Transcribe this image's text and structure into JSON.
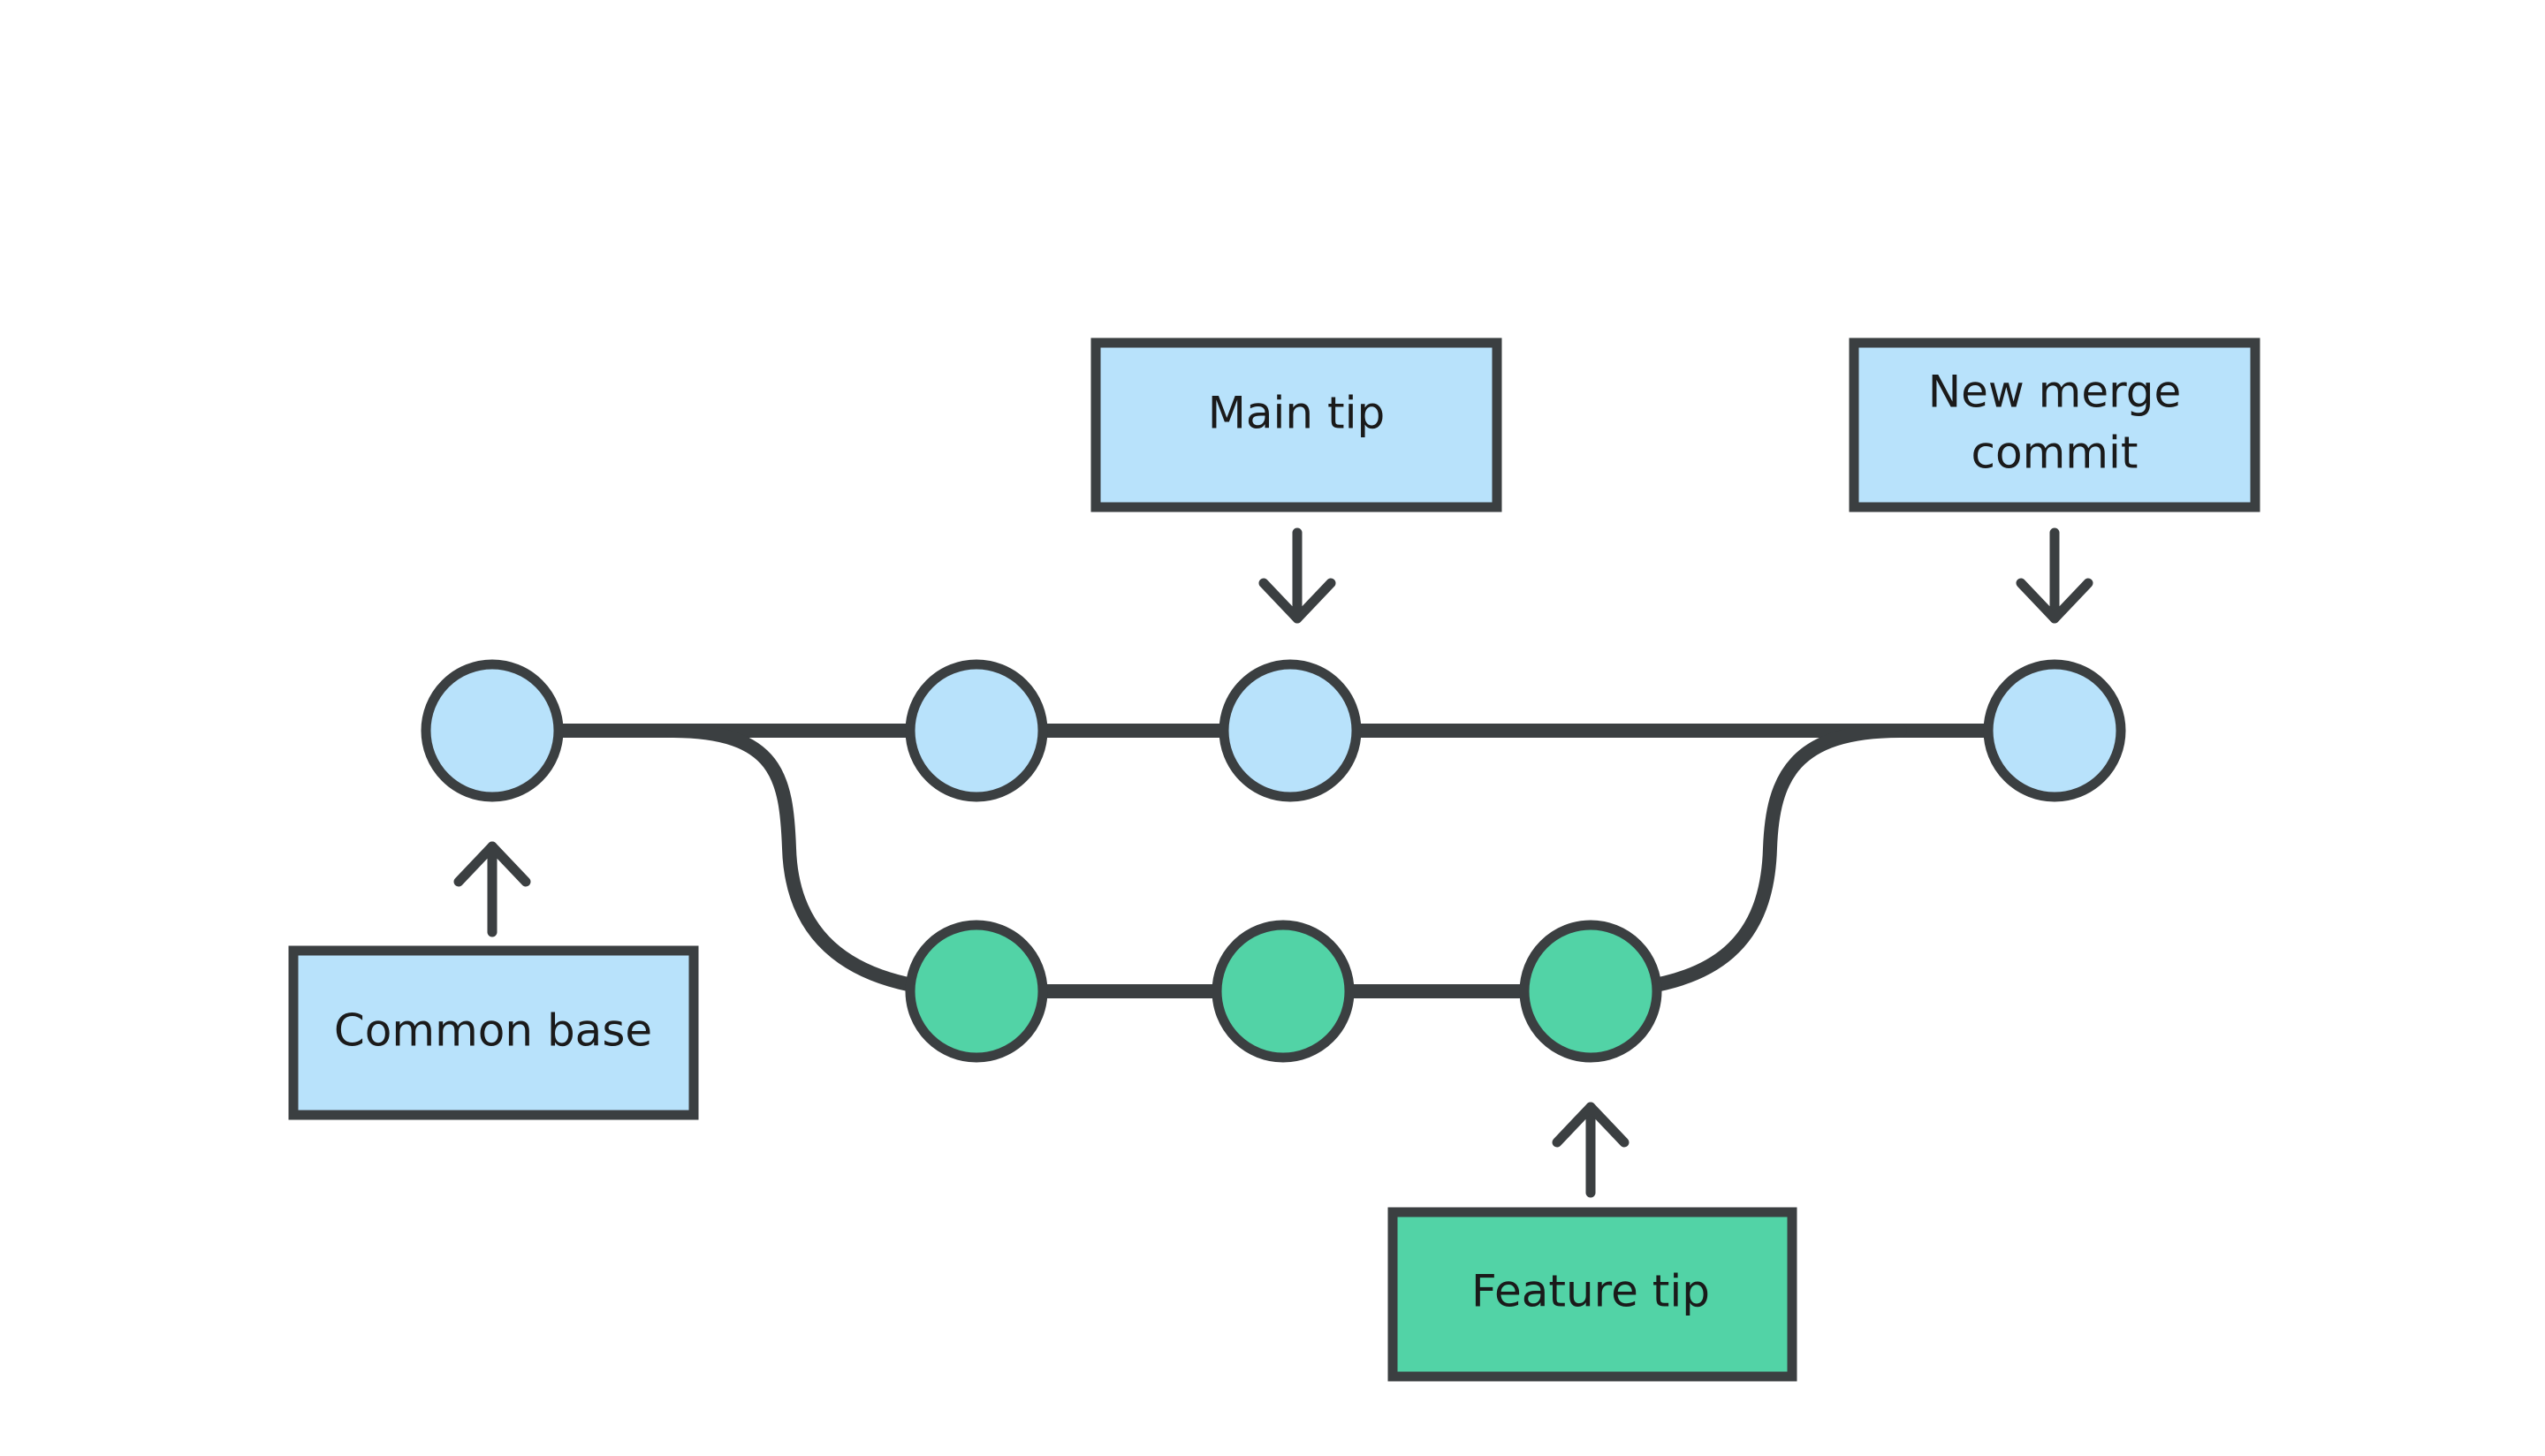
{
  "colors": {
    "main_fill": "#b8e2fb",
    "feature_fill": "#52d3a6",
    "stroke": "#3b3f41",
    "background": "#ffffff"
  },
  "labels": {
    "main_tip": "Main tip",
    "new_merge_commit_line1": "New merge",
    "new_merge_commit_line2": "commit",
    "common_base": "Common base",
    "feature_tip": "Feature tip"
  },
  "branches": {
    "main": {
      "commit_count": 4,
      "color": "main_fill"
    },
    "feature": {
      "commit_count": 3,
      "color": "feature_fill"
    }
  }
}
